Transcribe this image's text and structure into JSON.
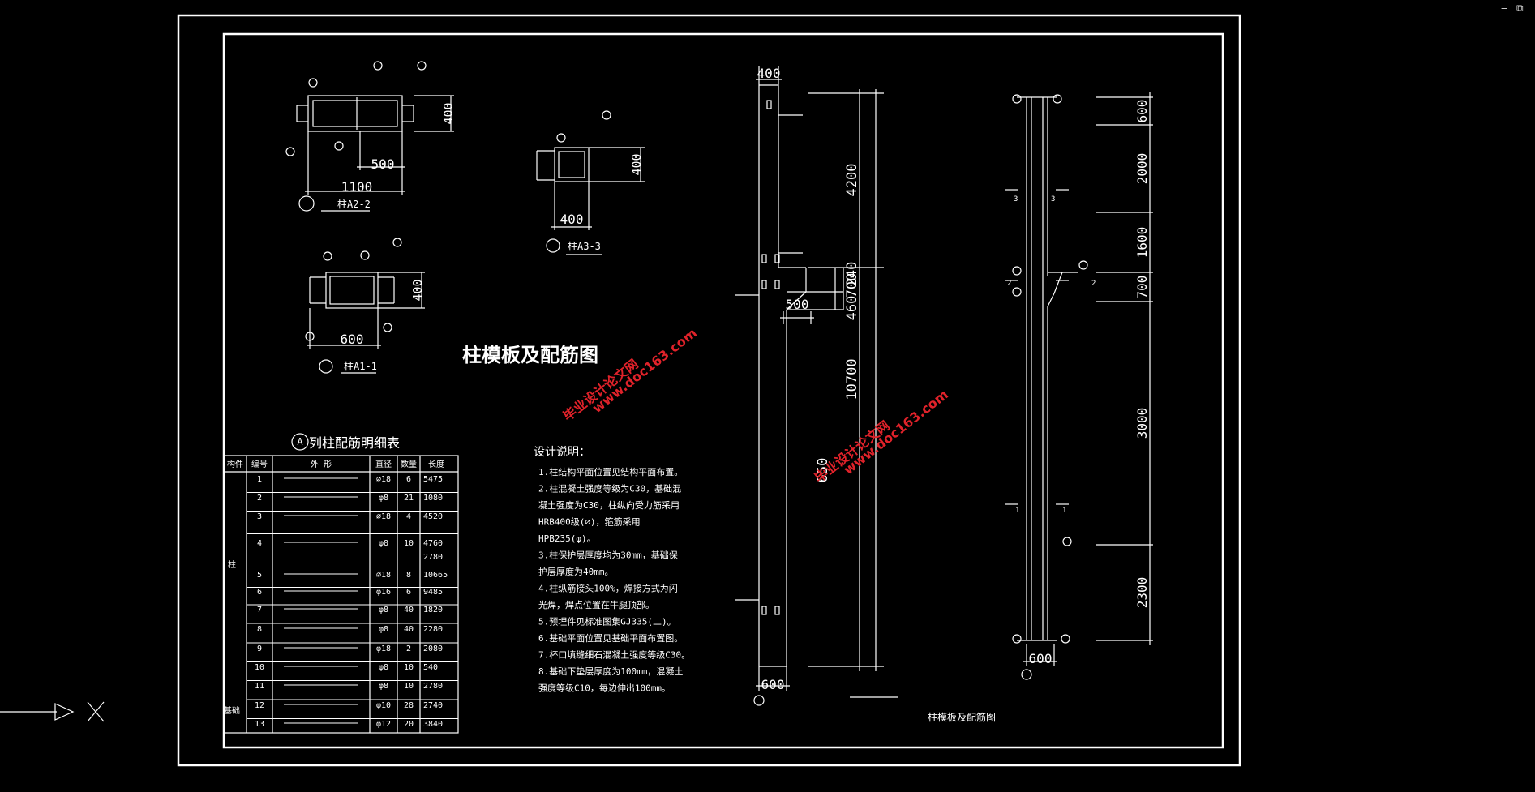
{
  "window_controls": {
    "minimize_label": "‒",
    "restore_label": "⧉"
  },
  "ucs": {
    "x_label": "X"
  },
  "main_title": "柱模板及配筋图",
  "bottom_title": "柱模板及配筋图",
  "watermark": {
    "line1": "毕业设计论文网",
    "line2": "www.doc163.com"
  },
  "sections": [
    {
      "label": "柱A2-2",
      "dims": [
        "400",
        "500",
        "1100"
      ]
    },
    {
      "label": "柱A3-3",
      "dims": [
        "400",
        "400"
      ]
    },
    {
      "label": "柱A1-1",
      "dims": [
        "400",
        "600"
      ]
    }
  ],
  "elevation": {
    "dims_top": [
      "400"
    ],
    "dims_right": [
      "4200",
      "240",
      "700",
      "460",
      "10700",
      "650"
    ],
    "dims_left": [
      "500"
    ],
    "dim_bottom": "600"
  },
  "rebar_elevation": {
    "dims_right": [
      "600",
      "2000",
      "1600",
      "700",
      "3000",
      "2300"
    ],
    "dim_bottom": "600",
    "section_marks": [
      "3",
      "3",
      "2",
      "2",
      "1",
      "1"
    ]
  },
  "table": {
    "title": "列柱配筋明细表",
    "axis": "A",
    "headers": [
      "构件",
      "编号",
      "外 形",
      "直径",
      "数量",
      "长度"
    ],
    "group_labels": [
      "柱",
      "基础"
    ],
    "rows": [
      {
        "no": "1",
        "dia": "⌀18",
        "qty": "6",
        "len": "5475"
      },
      {
        "no": "2",
        "dia": "φ8",
        "qty": "21",
        "len": "1080"
      },
      {
        "no": "3",
        "dia": "⌀18",
        "qty": "4",
        "len": "4520"
      },
      {
        "no": "4",
        "dia": "φ8",
        "qty": "10",
        "len": "4760"
      },
      {
        "no": "5",
        "dia": "⌀18",
        "qty": "8",
        "len": "10665"
      },
      {
        "no": "6",
        "dia": "φ16",
        "qty": "6",
        "len": "9485"
      },
      {
        "no": "7",
        "dia": "φ8",
        "qty": "40",
        "len": "1820"
      },
      {
        "no": "8",
        "dia": "φ8",
        "qty": "40",
        "len": "2280"
      },
      {
        "no": "9",
        "dia": "φ18",
        "qty": "2",
        "len": "2080"
      },
      {
        "no": "10",
        "dia": "φ8",
        "qty": "10",
        "len": "540"
      },
      {
        "no": "11",
        "dia": "φ8",
        "qty": "10",
        "len": "2780"
      },
      {
        "no": "12",
        "dia": "φ10",
        "qty": "28",
        "len": "2740"
      },
      {
        "no": "13",
        "dia": "φ12",
        "qty": "20",
        "len": "3840"
      }
    ],
    "extra_len": "2780"
  },
  "notes": {
    "title": "设计说明：",
    "items": [
      "1.柱结构平面位置见结构平面布置。",
      "2.柱混凝土强度等级为C30，基础混",
      "  凝土强度为C30，柱纵向受力筋采用",
      "  HRB400级(⌀)，箍筋采用",
      "  HPB235(φ)。",
      "3.柱保护层厚度均为30mm，基础保",
      "  护层厚度为40mm。",
      "4.柱纵筋接头100%，焊接方式为闪",
      "  光焊，焊点位置在牛腿顶部。",
      "5.预埋件见标准图集GJ335(二)。",
      "6.基础平面位置见基础平面布置图。",
      "7.杯口填缝细石混凝土强度等级C30。",
      "8.基础下垫层厚度为100mm，混凝土",
      "  强度等级C10，每边伸出100mm。"
    ]
  },
  "colors": {
    "background": "#000000",
    "line": "#ffffff",
    "watermark": "#e0222a"
  }
}
